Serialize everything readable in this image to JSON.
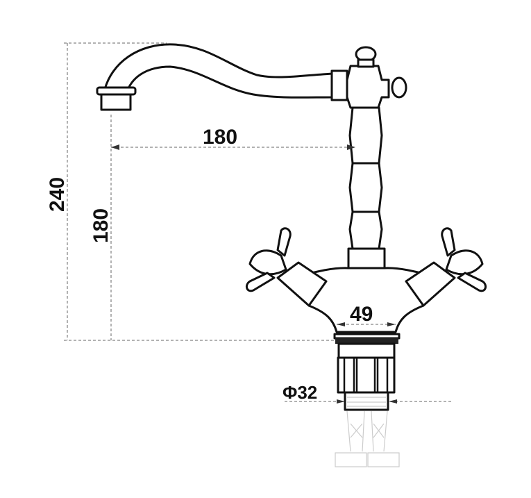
{
  "dimensions": {
    "total_height": "240",
    "spout_height": "180",
    "spout_reach": "180",
    "body_width": "49",
    "thread_diameter": "Φ32"
  }
}
